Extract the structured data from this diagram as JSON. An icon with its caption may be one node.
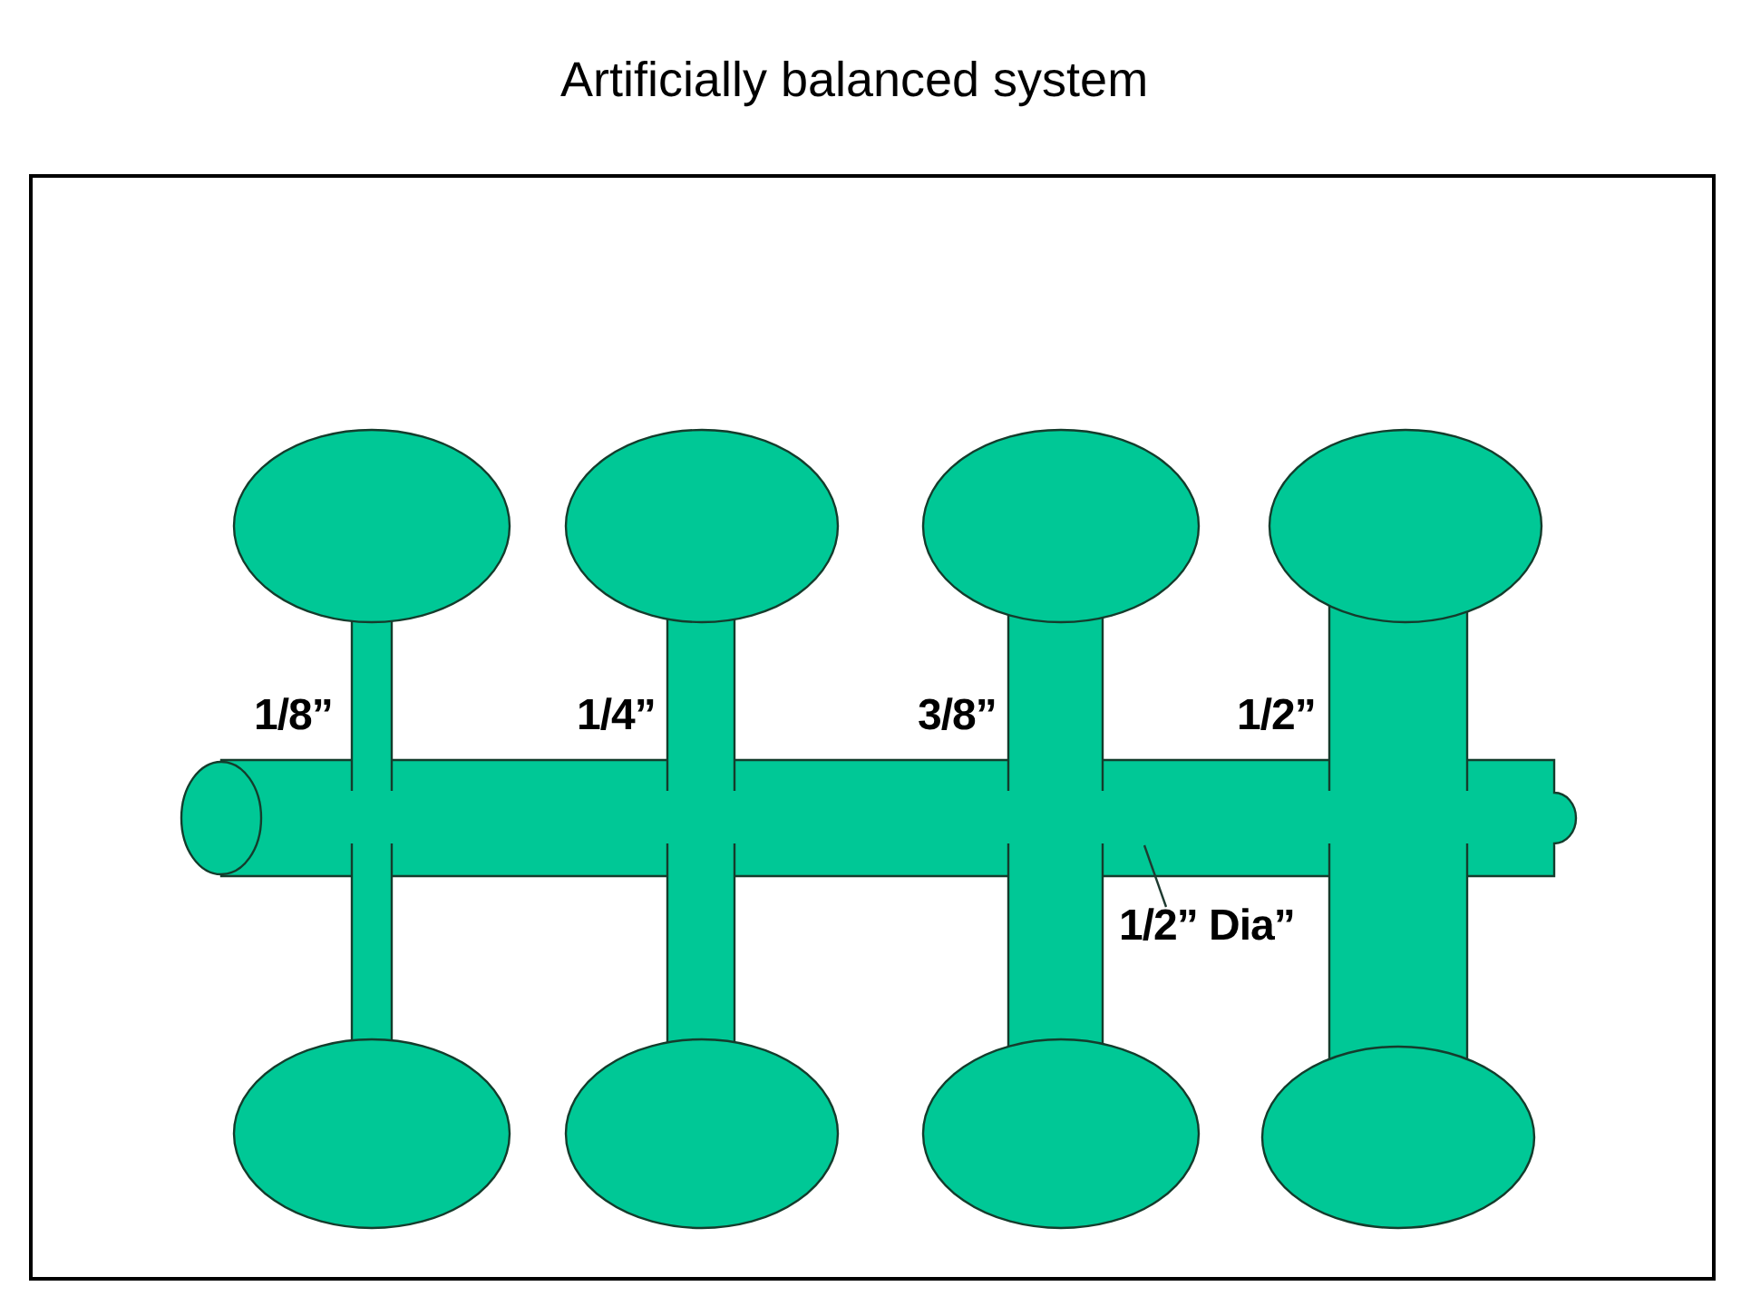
{
  "diagram": {
    "title": "Artificially balanced system",
    "nodes": [
      {
        "text": [],
        "shape": "cylinder"
      },
      {
        "text": [
          "1/2” Dia”"
        ]
      }
    ],
    "edges": [
      {
        "from": 1,
        "to": 0,
        "arrow": "none"
      }
    ],
    "labels": [
      "1/8”",
      "1/4”",
      "3/8”",
      "1/2”"
    ]
  }
}
